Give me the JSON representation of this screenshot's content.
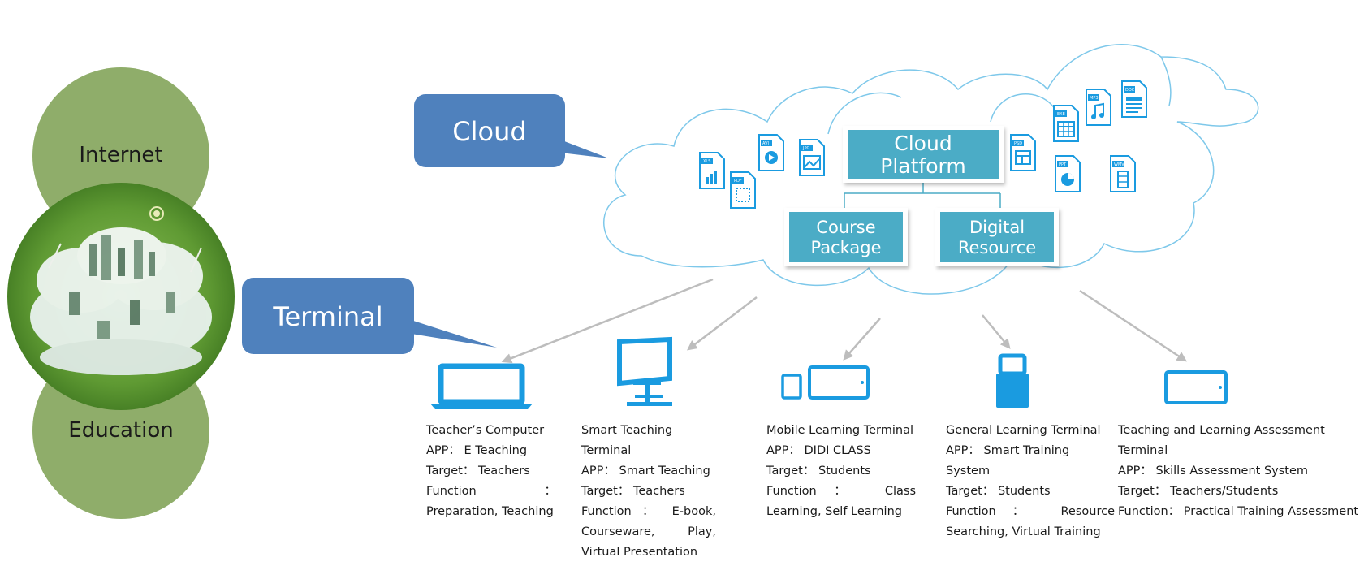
{
  "left_circles": {
    "top_label": "Internet",
    "bottom_label": "Education"
  },
  "callouts": {
    "cloud": "Cloud",
    "terminal": "Terminal"
  },
  "cloud_platform": {
    "main_line1": "Cloud",
    "main_line2": "Platform",
    "left_line1": "Course",
    "left_line2": "Package",
    "right_line1": "Digital",
    "right_line2": "Resource"
  },
  "file_icons": [
    "XLS",
    "PDF",
    "AVI",
    "JPG",
    "PSD",
    "PPT",
    "EXE",
    "MP3",
    "DOC",
    "WMV"
  ],
  "terminals": [
    {
      "title": "Teacher’s Computer",
      "app": "APP： E Teaching",
      "target": "Target： Teachers",
      "function": "Function： Preparation, Teaching"
    },
    {
      "title": "Smart Teaching Terminal",
      "app": "APP： Smart Teaching",
      "target": "Target： Teachers",
      "function": "Function ： E-book, Courseware, Play, Virtual Presentation"
    },
    {
      "title": "Mobile Learning Terminal",
      "app": "APP： DIDI CLASS",
      "target": "Target： Students",
      "function": "Function： Class Learning, Self Learning"
    },
    {
      "title": "General Learning Terminal",
      "app": "APP： Smart Training System",
      "target": "Target： Students",
      "function": "Function： Resource Searching, Virtual Training"
    },
    {
      "title": "Teaching and Learning Assessment Terminal",
      "app": "APP： Skills Assessment System",
      "target": "Target： Teachers/Students",
      "function": "Function： Practical Training Assessment"
    }
  ],
  "colors": {
    "circle_green": "#8fad6a",
    "callout_blue": "#4f81bd",
    "platform_teal": "#4bacc6",
    "device_blue": "#1a9be0",
    "cloud_outline": "#7ec8ea",
    "arrow_gray": "#bdbdbd"
  }
}
